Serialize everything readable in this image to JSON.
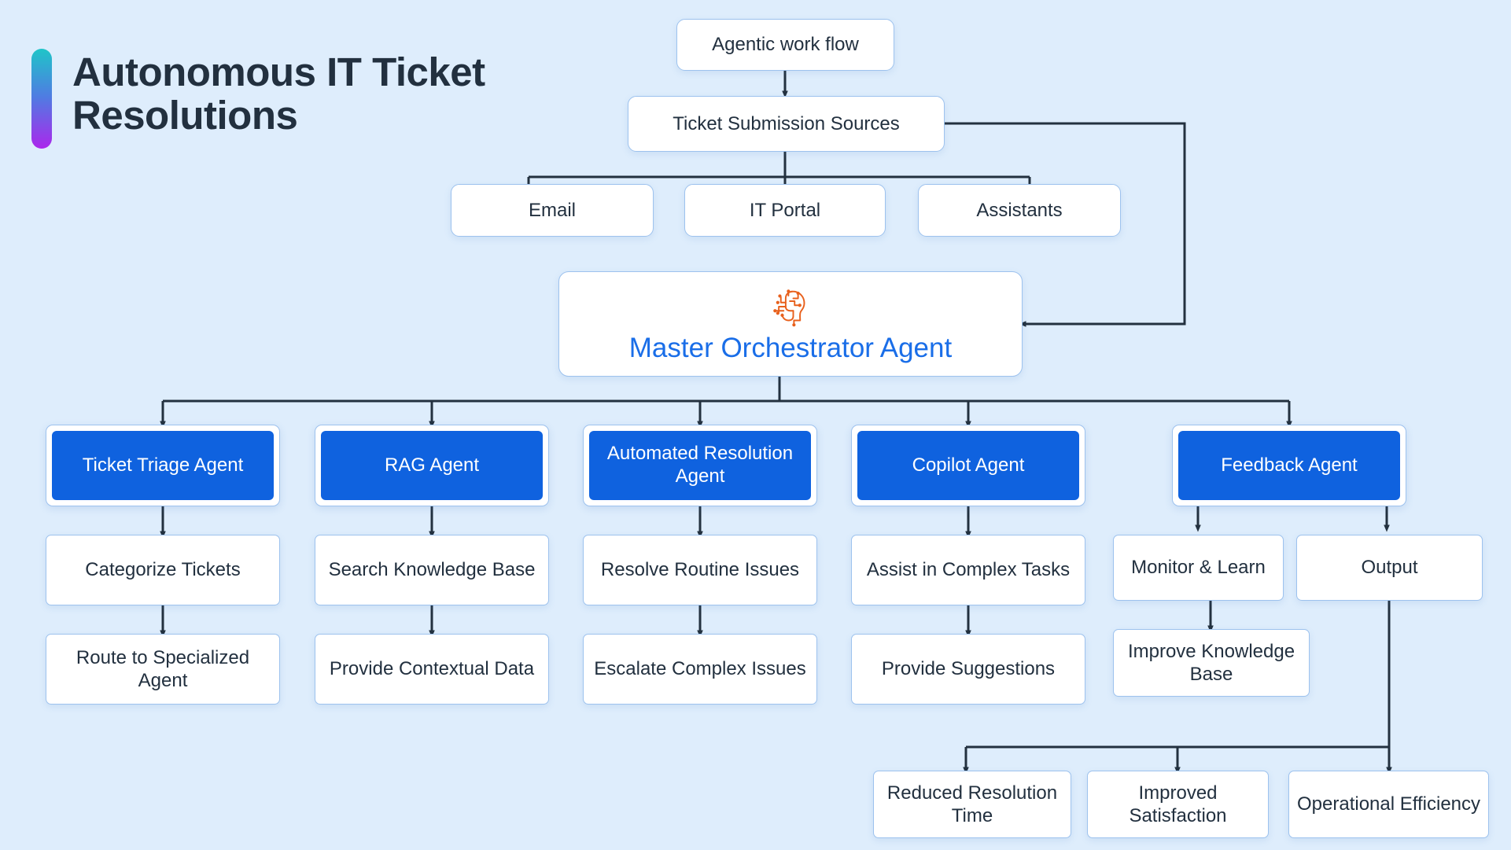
{
  "title": {
    "text": "Autonomous IT Ticket\nResolutions",
    "accent_gradient": [
      "#1fc5c8",
      "#4f7ce2",
      "#ab27ec"
    ]
  },
  "colors": {
    "background": "#deedfc",
    "node_fill": "#ffffff",
    "node_border": "#9dc2ee",
    "agent_fill": "#0f62df",
    "agent_text": "#ffffff",
    "master_text": "#1a6ee8",
    "icon_accent": "#e8601c",
    "edge": "#23313f",
    "text": "#22303f"
  },
  "chart_data": {
    "type": "diagram",
    "title": "Autonomous IT Ticket Resolutions",
    "nodes": [
      {
        "id": "agentic_work_flow",
        "label": "Agentic work flow",
        "style": "white"
      },
      {
        "id": "ticket_submission_sources",
        "label": "Ticket Submission Sources",
        "style": "white"
      },
      {
        "id": "email",
        "label": "Email",
        "style": "white"
      },
      {
        "id": "it_portal",
        "label": "IT Portal",
        "style": "white"
      },
      {
        "id": "assistants",
        "label": "Assistants",
        "style": "white"
      },
      {
        "id": "master_orchestrator_agent",
        "label": "Master Orchestrator Agent",
        "style": "white-accent",
        "icon": "ai-brain-head-icon"
      },
      {
        "id": "ticket_triage_agent",
        "label": "Ticket Triage Agent",
        "style": "blue"
      },
      {
        "id": "rag_agent",
        "label": "RAG Agent",
        "style": "blue"
      },
      {
        "id": "automated_resolution_agent",
        "label": "Automated Resolution Agent",
        "style": "blue"
      },
      {
        "id": "copilot_agent",
        "label": "Copilot Agent",
        "style": "blue"
      },
      {
        "id": "feedback_agent",
        "label": "Feedback Agent",
        "style": "blue"
      },
      {
        "id": "categorize_tickets",
        "label": "Categorize Tickets",
        "style": "white"
      },
      {
        "id": "route_to_specialized_agent",
        "label": "Route to Specialized Agent",
        "style": "white"
      },
      {
        "id": "search_knowledge_base",
        "label": "Search Knowledge Base",
        "style": "white"
      },
      {
        "id": "provide_contextual_data",
        "label": "Provide Contextual Data",
        "style": "white"
      },
      {
        "id": "resolve_routine_issues",
        "label": "Resolve Routine Issues",
        "style": "white"
      },
      {
        "id": "escalate_complex_issues",
        "label": "Escalate Complex Issues",
        "style": "white"
      },
      {
        "id": "assist_in_complex_tasks",
        "label": "Assist in Complex Tasks",
        "style": "white"
      },
      {
        "id": "provide_suggestions",
        "label": "Provide Suggestions",
        "style": "white"
      },
      {
        "id": "monitor_and_learn",
        "label": "Monitor & Learn",
        "style": "white"
      },
      {
        "id": "improve_knowledge_base",
        "label": "Improve Knowledge Base",
        "style": "white"
      },
      {
        "id": "output",
        "label": "Output",
        "style": "white"
      },
      {
        "id": "reduced_resolution_time",
        "label": "Reduced Resolution Time",
        "style": "white"
      },
      {
        "id": "improved_satisfaction",
        "label": "Improved Satisfaction",
        "style": "white"
      },
      {
        "id": "operational_efficiency",
        "label": "Operational Efficiency",
        "style": "white"
      }
    ],
    "edges": [
      {
        "from": "agentic_work_flow",
        "to": "ticket_submission_sources"
      },
      {
        "from": "ticket_submission_sources",
        "to": "email"
      },
      {
        "from": "ticket_submission_sources",
        "to": "it_portal"
      },
      {
        "from": "ticket_submission_sources",
        "to": "assistants"
      },
      {
        "from": "ticket_submission_sources",
        "to": "master_orchestrator_agent"
      },
      {
        "from": "master_orchestrator_agent",
        "to": "ticket_triage_agent"
      },
      {
        "from": "master_orchestrator_agent",
        "to": "rag_agent"
      },
      {
        "from": "master_orchestrator_agent",
        "to": "automated_resolution_agent"
      },
      {
        "from": "master_orchestrator_agent",
        "to": "copilot_agent"
      },
      {
        "from": "master_orchestrator_agent",
        "to": "feedback_agent"
      },
      {
        "from": "ticket_triage_agent",
        "to": "categorize_tickets"
      },
      {
        "from": "categorize_tickets",
        "to": "route_to_specialized_agent"
      },
      {
        "from": "rag_agent",
        "to": "search_knowledge_base"
      },
      {
        "from": "search_knowledge_base",
        "to": "provide_contextual_data"
      },
      {
        "from": "automated_resolution_agent",
        "to": "resolve_routine_issues"
      },
      {
        "from": "resolve_routine_issues",
        "to": "escalate_complex_issues"
      },
      {
        "from": "copilot_agent",
        "to": "assist_in_complex_tasks"
      },
      {
        "from": "assist_in_complex_tasks",
        "to": "provide_suggestions"
      },
      {
        "from": "feedback_agent",
        "to": "monitor_and_learn"
      },
      {
        "from": "monitor_and_learn",
        "to": "improve_knowledge_base"
      },
      {
        "from": "feedback_agent",
        "to": "output"
      },
      {
        "from": "output",
        "to": "reduced_resolution_time"
      },
      {
        "from": "output",
        "to": "improved_satisfaction"
      },
      {
        "from": "output",
        "to": "operational_efficiency"
      }
    ]
  },
  "nodes": {
    "agentic_work_flow": "Agentic work flow",
    "ticket_submission_sources": "Ticket Submission Sources",
    "email": "Email",
    "it_portal": "IT Portal",
    "assistants": "Assistants",
    "master_orchestrator_agent": "Master Orchestrator Agent",
    "ticket_triage_agent": "Ticket Triage Agent",
    "rag_agent": "RAG Agent",
    "automated_resolution_agent": "Automated Resolution Agent",
    "copilot_agent": "Copilot Agent",
    "feedback_agent": "Feedback Agent",
    "categorize_tickets": "Categorize Tickets",
    "route_to_specialized_agent": "Route to Specialized Agent",
    "search_knowledge_base": "Search Knowledge Base",
    "provide_contextual_data": "Provide Contextual Data",
    "resolve_routine_issues": "Resolve Routine Issues",
    "escalate_complex_issues": "Escalate Complex Issues",
    "assist_in_complex_tasks": "Assist in Complex Tasks",
    "provide_suggestions": "Provide Suggestions",
    "monitor_and_learn": "Monitor & Learn",
    "improve_knowledge_base": "Improve Knowledge Base",
    "output": "Output",
    "reduced_resolution_time": "Reduced Resolution Time",
    "improved_satisfaction": "Improved Satisfaction",
    "operational_efficiency": "Operational Efficiency"
  }
}
